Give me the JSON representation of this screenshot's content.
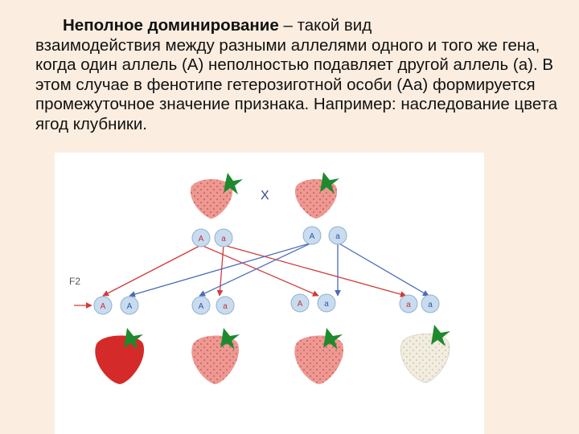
{
  "definition": {
    "term": "Неполное доминирование",
    "dash": " – ",
    "line1_rest": "такой вид",
    "body": "взаимодействия между разными аллелями одного и того же гена, когда один аллель (А) неполностью подавляет другой аллель (а). В этом случае в фенотипе гетерозиготной особи (Аа) формируется промежуточное значение признака. Например: наследование цвета ягод клубники."
  },
  "diagram": {
    "cross_symbol": "X",
    "generation_label": "F2",
    "parent_gametes": [
      [
        "A",
        "a"
      ],
      [
        "A",
        "a"
      ]
    ],
    "offspring_genotypes": [
      [
        "A",
        "A"
      ],
      [
        "A",
        "a"
      ],
      [
        "A",
        "a"
      ],
      [
        "a",
        "a"
      ]
    ],
    "colors": {
      "red_fruit": "#d42a2a",
      "pink_fruit": "#ef9892",
      "white_fruit": "#f1eddf",
      "leaf": "#1e8a2e",
      "gamete_fill": "#c9dcef",
      "gamete_stroke": "#8fb0d0",
      "allele_A": "#2d55a0",
      "allele_a": "#c0303a",
      "line_red": "#d23a3a",
      "line_blue": "#4a6ab8"
    }
  }
}
